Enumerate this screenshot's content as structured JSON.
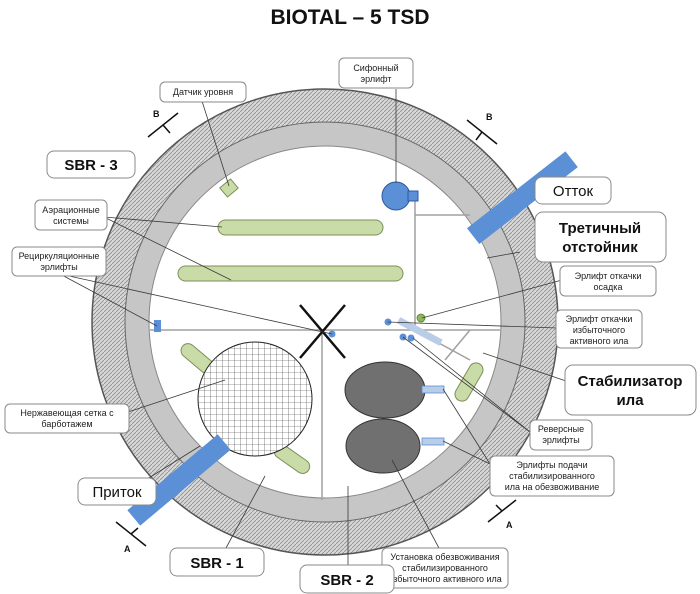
{
  "title": "BIOTAL – 5 TSD",
  "zones": {
    "sbr3": "SBR - 3",
    "sbr1": "SBR - 1",
    "sbr2": "SBR - 2",
    "tertiary_line1": "Третичный",
    "tertiary_line2": "отстойник",
    "stabilizer_line1": "Стабилизатор",
    "stabilizer_line2": "ила",
    "outflow": "Отток",
    "inflow": "Приток"
  },
  "section_marks": {
    "a": "A",
    "b": "B"
  },
  "labels": {
    "level_sensor": [
      "Датчик уровня"
    ],
    "siphon_airlift": [
      "Сифонный",
      "эрлифт"
    ],
    "aeration": [
      "Аэрационные",
      "системы"
    ],
    "recirc": [
      "Рециркуляционные",
      "эрлифты"
    ],
    "sludge_pump": [
      "Эрлифт откачки",
      "осадка"
    ],
    "excess_pump": [
      "Эрлифт откачки",
      "избыточного",
      "активного ила"
    ],
    "mesh": [
      "Нержавеющая сетка с",
      "барботажем"
    ],
    "reverse": [
      "Реверсные",
      "эрлифты"
    ],
    "feed_airlifts": [
      "Эрлифты подачи",
      "стабилизированного",
      "ила на обезвоживание"
    ],
    "dewatering": [
      "Установка обезвоживания",
      "стабилизированного",
      "избыточного активного ила"
    ]
  },
  "colors": {
    "aeration_green": "#c9dba6",
    "pipe_blue": "#5b8fd6",
    "ring_fill": "#cfcfcf",
    "unit_gray": "#707070"
  }
}
